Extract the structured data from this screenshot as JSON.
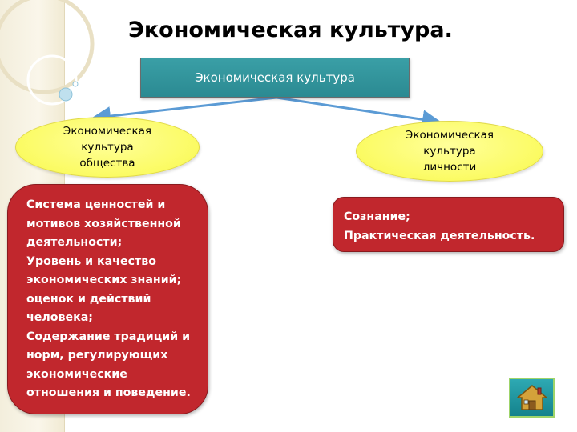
{
  "title": "Экономическая культура.",
  "top_box": {
    "label": "Экономическая культура"
  },
  "left_branch": {
    "label": "Экономическая\nкультура\nобщества",
    "items": [
      "Система ценностей и\nмотивов хозяйственной\nдеятельности;",
      "Уровень и качество\nэкономических знаний;\nоценок и действий\nчеловека;",
      "Содержание традиций и\nнорм, регулирующих\nэкономические\nотношения и поведение."
    ]
  },
  "right_branch": {
    "label": "Экономическая\nкультура\nличности",
    "items": [
      "Сознание;",
      "Практическая деятельность."
    ]
  },
  "bullet_glyph": "",
  "colors": {
    "top_box": "#2b8a92",
    "ellipse": "#fbfb63",
    "red_box": "#c1272d",
    "arrow": "#5b9bd5"
  },
  "icons": {
    "home": "home-icon"
  }
}
